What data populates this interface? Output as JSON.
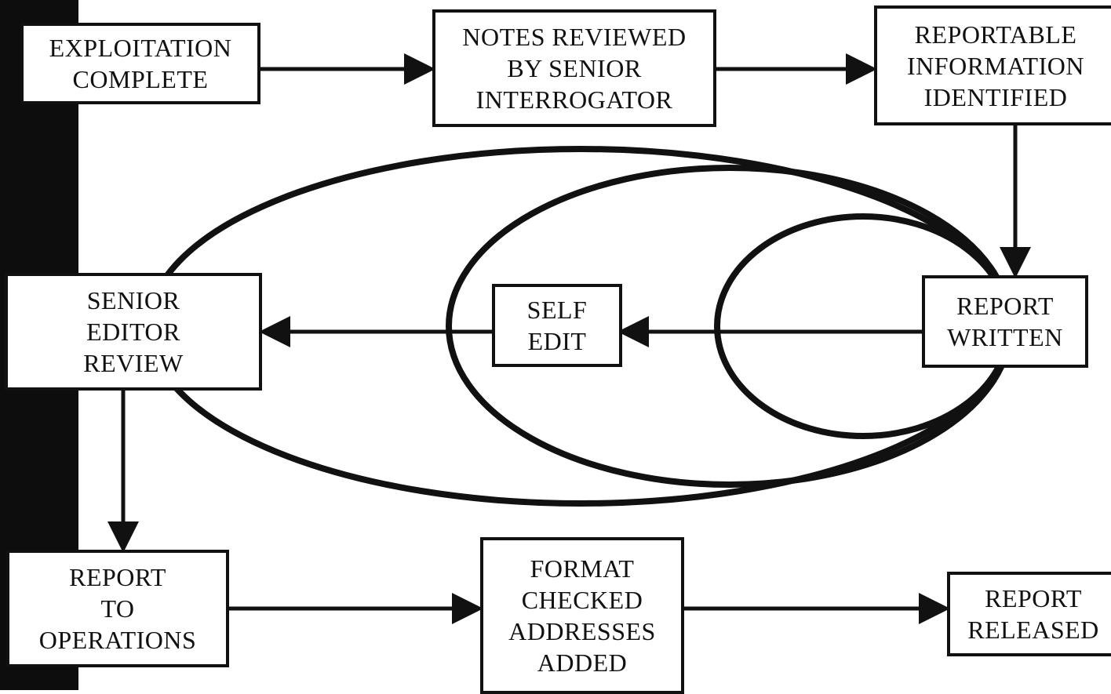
{
  "nodes": {
    "exploitation_complete": {
      "lines": [
        "EXPLOITATION",
        "COMPLETE"
      ]
    },
    "notes_reviewed": {
      "lines": [
        "NOTES REVIEWED",
        "BY SENIOR",
        "INTERROGATOR"
      ]
    },
    "reportable_information": {
      "lines": [
        "REPORTABLE",
        "INFORMATION",
        "IDENTIFIED"
      ]
    },
    "report_written": {
      "lines": [
        "REPORT",
        "WRITTEN"
      ]
    },
    "self_edit": {
      "lines": [
        "SELF",
        "EDIT"
      ]
    },
    "senior_editor_review": {
      "lines": [
        "SENIOR",
        "EDITOR",
        "REVIEW"
      ]
    },
    "report_to_operations": {
      "lines": [
        "REPORT",
        "TO",
        "OPERATIONS"
      ]
    },
    "format_checked": {
      "lines": [
        "FORMAT",
        "CHECKED",
        "ADDRESSES",
        "ADDED"
      ]
    },
    "report_released": {
      "lines": [
        "REPORT",
        "RELEASED"
      ]
    }
  },
  "colors": {
    "ink": "#111111",
    "background": "#ffffff",
    "edge": "#0d0d0d"
  }
}
